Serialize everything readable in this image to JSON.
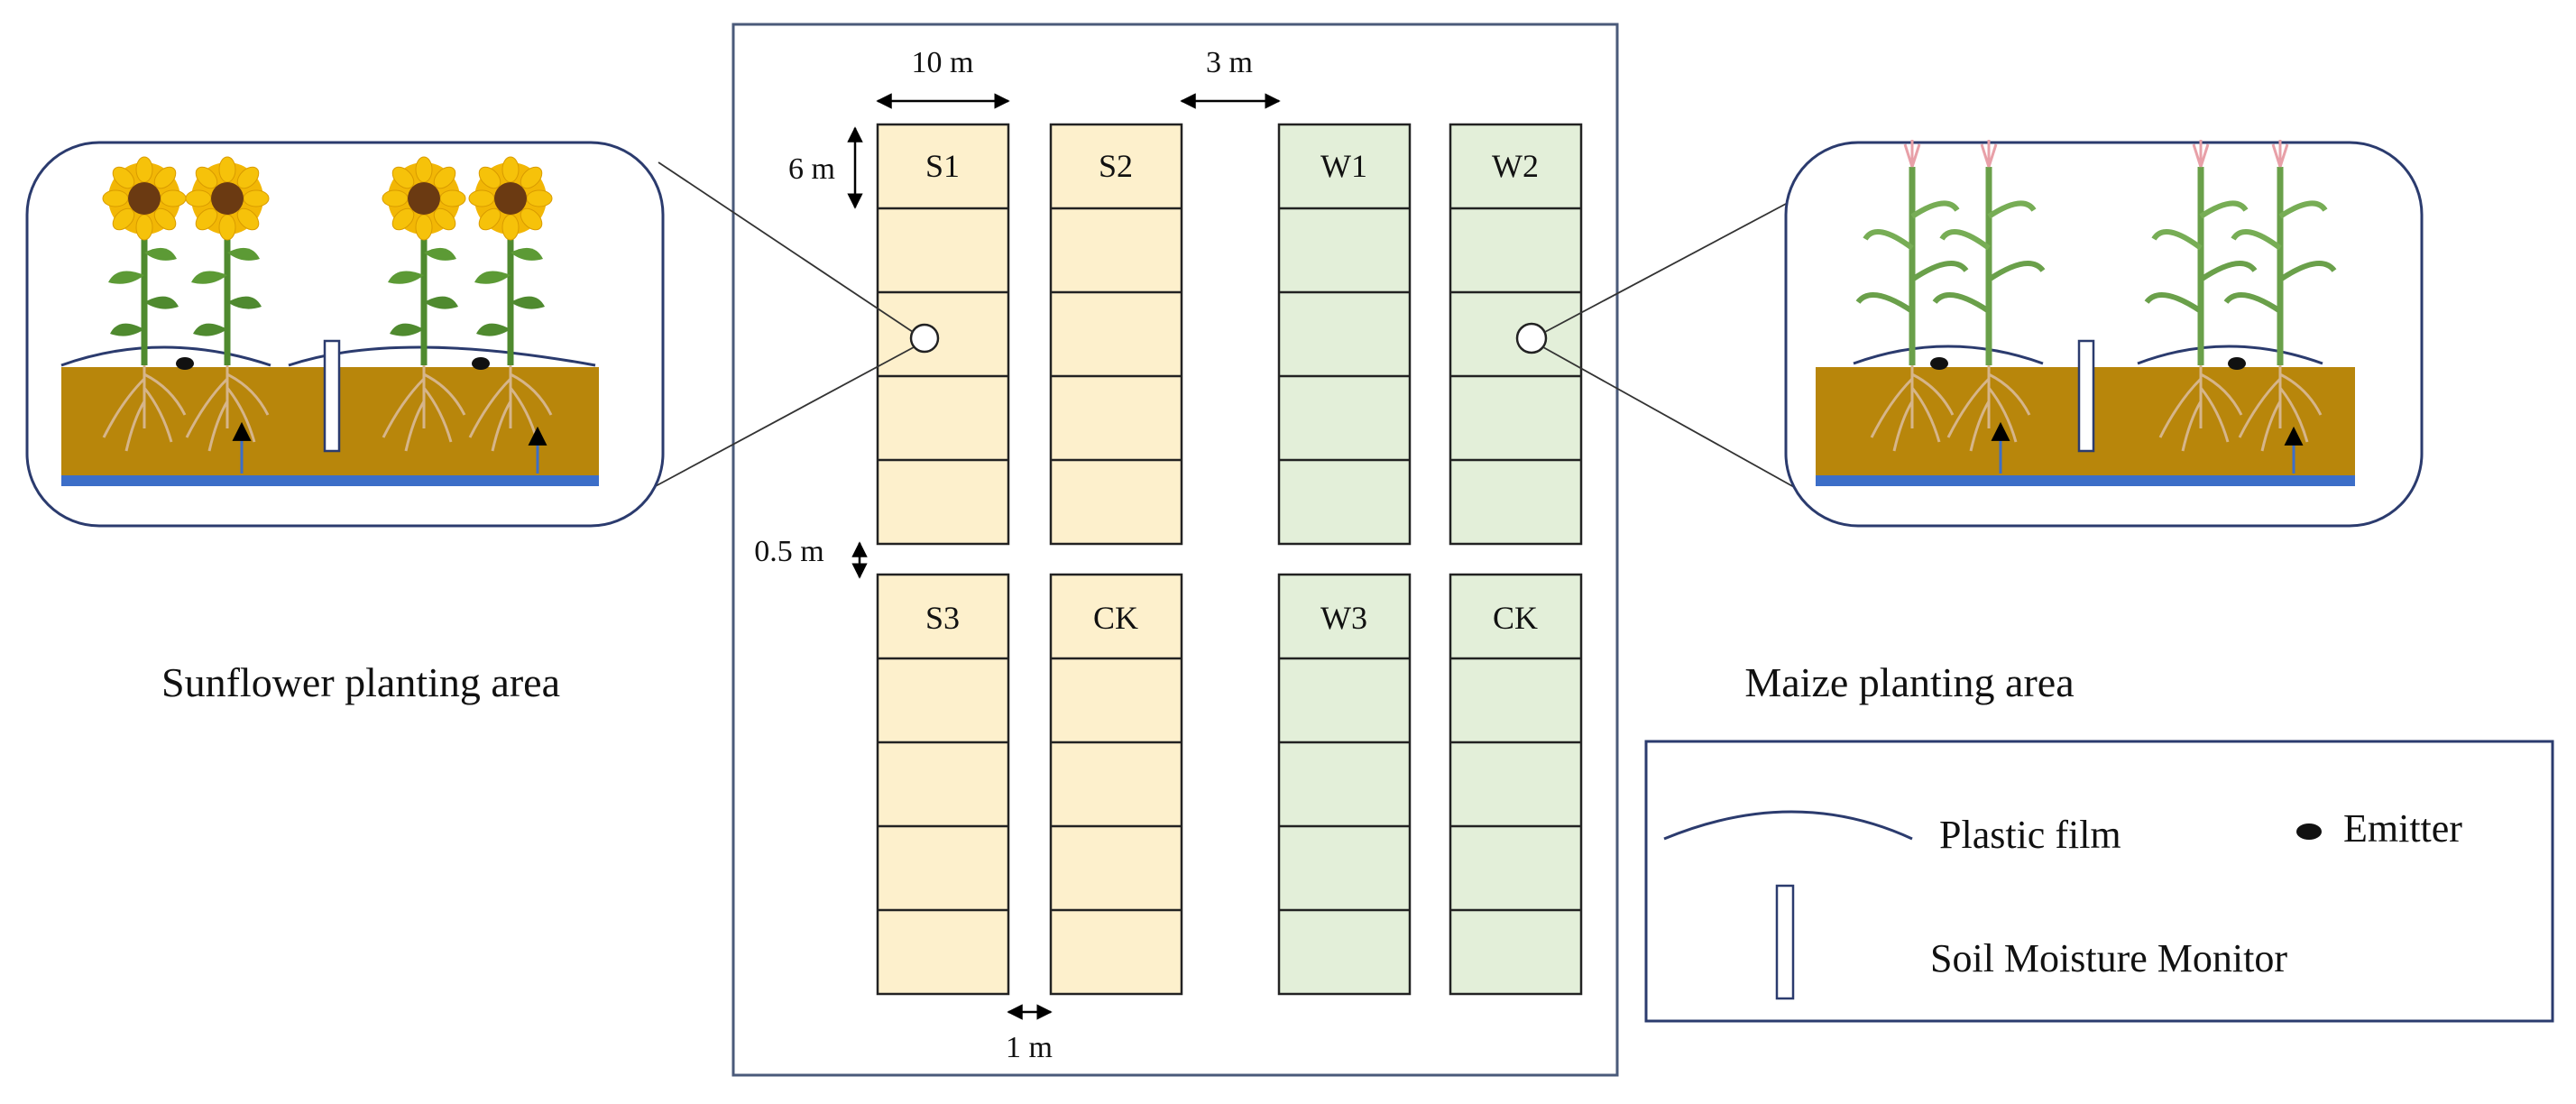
{
  "dimensions": {
    "plot_width": "10 m",
    "plot_height": "6 m",
    "block_gap": "3 m",
    "row_gap": "0.5 m",
    "column_gap": "1 m"
  },
  "plots": {
    "sunflower_top": [
      "S1",
      "S2"
    ],
    "maize_top": [
      "W1",
      "W2"
    ],
    "sunflower_bottom": [
      "S3",
      "CK"
    ],
    "maize_bottom": [
      "W3",
      "CK"
    ]
  },
  "areas": {
    "sunflower_label": "Sunflower planting area",
    "maize_label": "Maize planting area"
  },
  "legend": {
    "plastic_film": "Plastic film",
    "emitter": "Emitter",
    "soil_moisture_monitor": "Soil Moisture Monitor"
  },
  "colors": {
    "sunflower_plot": "#fdf0cc",
    "maize_plot": "#e3efd9",
    "soil": "#b8860b",
    "water_table": "#3c6ec8",
    "film": "#2b3b6e",
    "frame": "#4a5a7a"
  }
}
